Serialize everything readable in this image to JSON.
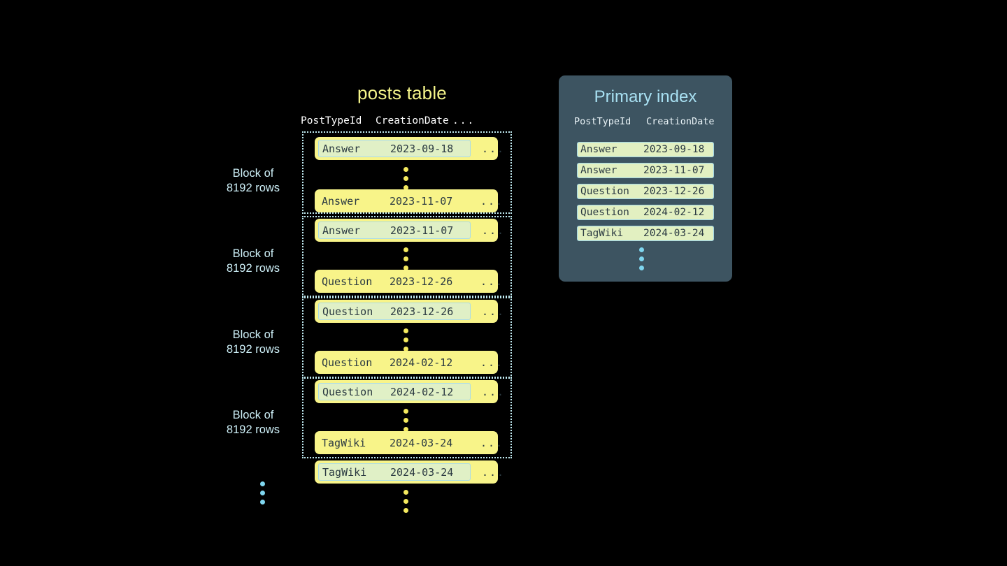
{
  "posts_table": {
    "title": "posts table",
    "columns": [
      "PostTypeId",
      "CreationDate",
      "..."
    ],
    "blocks": [
      {
        "label_line1": "Block of",
        "label_line2": "8192 rows",
        "first_row": {
          "post_type": "Answer",
          "creation_date": "2023-09-18",
          "more": "...",
          "highlighted": true
        },
        "last_row": {
          "post_type": "Answer",
          "creation_date": "2023-11-07",
          "more": "...",
          "highlighted": false
        }
      },
      {
        "label_line1": "Block of",
        "label_line2": "8192 rows",
        "first_row": {
          "post_type": "Answer",
          "creation_date": "2023-11-07",
          "more": "...",
          "highlighted": true
        },
        "last_row": {
          "post_type": "Question",
          "creation_date": "2023-12-26",
          "more": "...",
          "highlighted": false
        }
      },
      {
        "label_line1": "Block of",
        "label_line2": "8192 rows",
        "first_row": {
          "post_type": "Question",
          "creation_date": "2023-12-26",
          "more": "...",
          "highlighted": true
        },
        "last_row": {
          "post_type": "Question",
          "creation_date": "2024-02-12",
          "more": "...",
          "highlighted": false
        }
      },
      {
        "label_line1": "Block of",
        "label_line2": "8192 rows",
        "first_row": {
          "post_type": "Question",
          "creation_date": "2024-02-12",
          "more": "...",
          "highlighted": true
        },
        "last_row": {
          "post_type": "TagWiki",
          "creation_date": "2024-03-24",
          "more": "...",
          "highlighted": false
        }
      }
    ],
    "trailing_row": {
      "post_type": "TagWiki",
      "creation_date": "2024-03-24",
      "more": "...",
      "highlighted": true
    }
  },
  "primary_index": {
    "title": "Primary index",
    "columns": [
      "PostTypeId",
      "CreationDate"
    ],
    "rows": [
      {
        "post_type": "Answer",
        "creation_date": "2023-09-18"
      },
      {
        "post_type": "Answer",
        "creation_date": "2023-11-07"
      },
      {
        "post_type": "Question",
        "creation_date": "2023-12-26"
      },
      {
        "post_type": "Question",
        "creation_date": "2024-02-12"
      },
      {
        "post_type": "TagWiki",
        "creation_date": "2024-03-24"
      }
    ]
  },
  "colors": {
    "background": "#000000",
    "row_yellow": "#f8f489",
    "highlight_green": "#e0f0c6",
    "accent_cyan": "#bfe9f0",
    "panel_slate": "#3d5461",
    "title_yellow": "#f4f48a",
    "dot_yellow": "#f5ea5f",
    "dot_cyan": "#7fd6ef"
  }
}
